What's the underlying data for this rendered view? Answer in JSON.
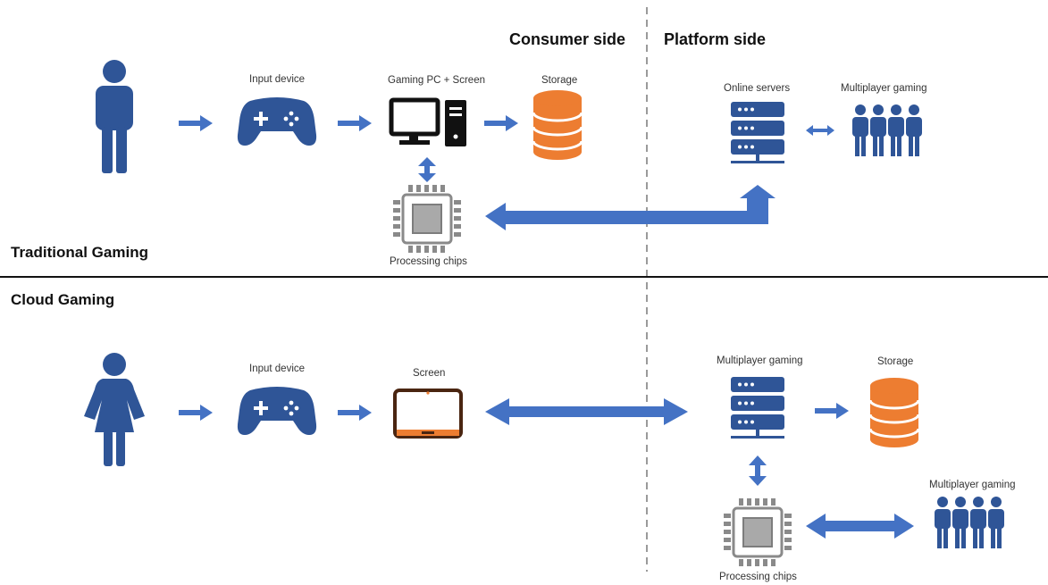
{
  "headers": {
    "consumer": "Consumer side",
    "platform": "Platform side"
  },
  "sections": {
    "traditional": "Traditional Gaming",
    "cloud": "Cloud Gaming"
  },
  "traditional": {
    "input_device": "Input device",
    "gaming_pc": "Gaming PC + Screen",
    "storage": "Storage",
    "online_servers": "Online servers",
    "multiplayer": "Multiplayer gaming",
    "processing_chips": "Processing chips"
  },
  "cloud": {
    "input_device": "Input device",
    "screen": "Screen",
    "multiplayer_server": "Multiplayer gaming",
    "storage": "Storage",
    "multiplayer_people": "Multiplayer gaming",
    "processing_chips": "Processing chips"
  },
  "colors": {
    "blue": "#2F5597",
    "arrow": "#4472C4",
    "orange": "#ED7D31",
    "brown": "#4A2511",
    "gray": "#9A9A9A",
    "black": "#111111"
  }
}
